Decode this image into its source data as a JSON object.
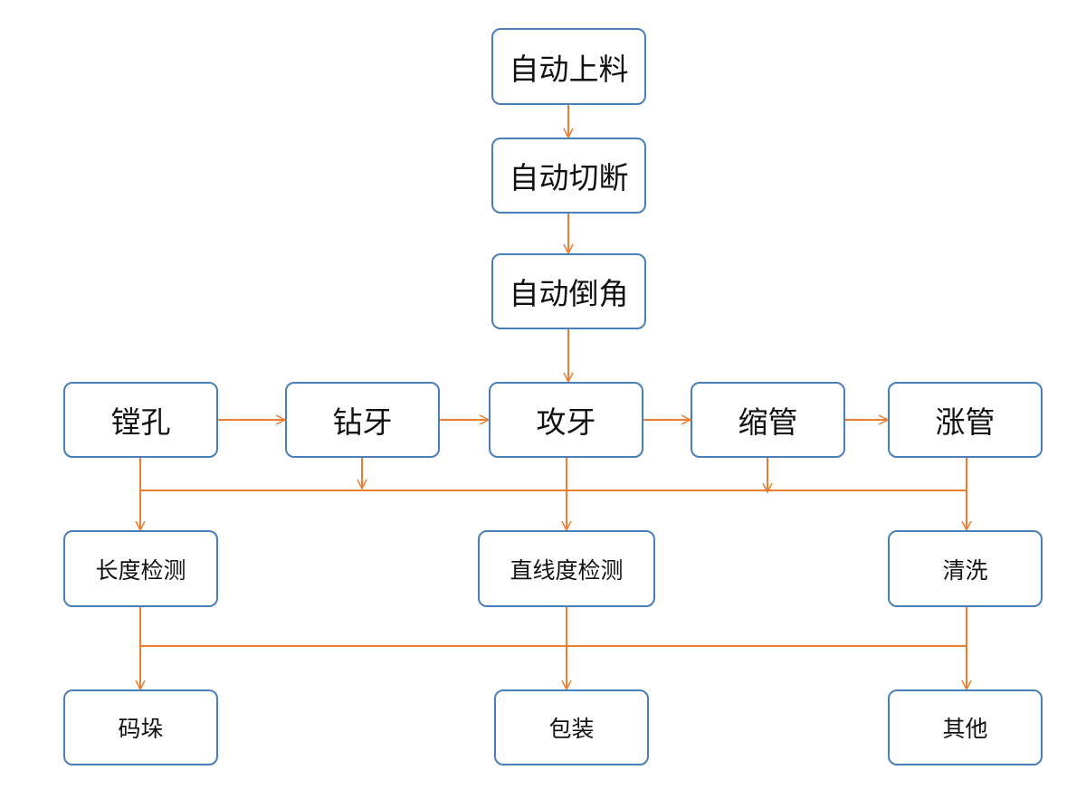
{
  "diagram": {
    "nodes": {
      "auto_feed": "自动上料",
      "auto_cut": "自动切断",
      "auto_chamfer": "自动倒角",
      "boring": "镗孔",
      "drilling": "钻牙",
      "tapping": "攻牙",
      "tube_shrink": "缩管",
      "tube_expand": "涨管",
      "length_check": "长度检测",
      "straightness_check": "直线度检测",
      "cleaning": "清洗",
      "stacking": "码垛",
      "packing": "包装",
      "other": "其他"
    },
    "edges": [
      [
        "auto_feed",
        "auto_cut"
      ],
      [
        "auto_cut",
        "auto_chamfer"
      ],
      [
        "auto_chamfer",
        "tapping"
      ],
      [
        "boring",
        "drilling"
      ],
      [
        "drilling",
        "tapping"
      ],
      [
        "tapping",
        "tube_shrink"
      ],
      [
        "tube_shrink",
        "tube_expand"
      ],
      [
        "machining_bus",
        "length_check"
      ],
      [
        "machining_bus",
        "straightness_check"
      ],
      [
        "machining_bus",
        "cleaning"
      ],
      [
        "inspection_bus",
        "stacking"
      ],
      [
        "inspection_bus",
        "packing"
      ],
      [
        "inspection_bus",
        "other"
      ]
    ],
    "colors": {
      "box_border": "#4a7ebb",
      "connector": "#ed7d31"
    }
  }
}
